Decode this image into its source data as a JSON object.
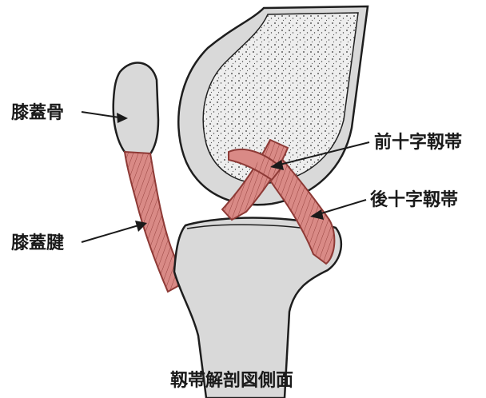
{
  "labels": {
    "patella": "膝蓋骨",
    "patellar_tendon": "膝蓋腱",
    "anterior_cruciate_ligament": "前十字靱帯",
    "posterior_cruciate_ligament": "後十字靱帯"
  },
  "caption": "靱帯解剖図側面",
  "colors": {
    "bone_fill": "#d9d9d9",
    "bone_outline": "#1e1e1e",
    "cancellous_bone": "#eeeeee",
    "ligament_fill": "#d98a86",
    "ligament_lines": "#8e3a36",
    "text": "#1a1a1a"
  }
}
